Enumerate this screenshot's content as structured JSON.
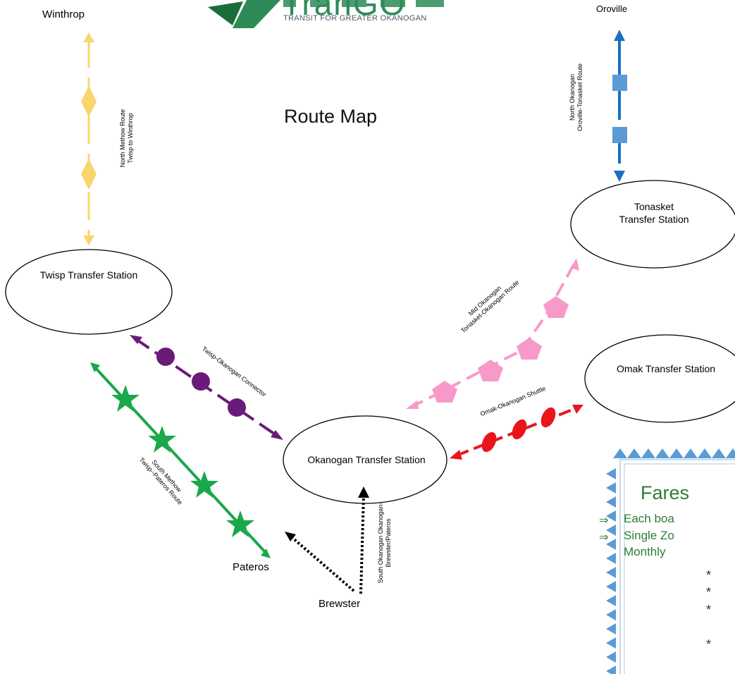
{
  "title": "Route Map",
  "logo": {
    "wordmark": "TranGO",
    "tagline": "TRANSIT FOR GREATER OKANOGAN"
  },
  "places": {
    "winthrop": "Winthrop",
    "oroville": "Oroville",
    "pateros": "Pateros",
    "brewster": "Brewster"
  },
  "stations": {
    "twisp": "Twisp Transfer Station",
    "tonasket_line1": "Tonasket",
    "tonasket_line2": "Transfer Station",
    "omak": "Omak Transfer Station",
    "okanogan": "Okanogan Transfer Station"
  },
  "routes": {
    "north_methow": {
      "line1": "North Methow Route",
      "line2": "Twisp to Winthrop",
      "color": "#f9d56e",
      "marker": "diamond"
    },
    "north_okanogan": {
      "line1": "North Okanogan",
      "line2": "Oroville-Tonasket Route",
      "color": "#1a6fc4",
      "marker": "square"
    },
    "mid_okanogan": {
      "line1": "Mid Okanogan",
      "line2": "Tonasket-Okanogan Route",
      "color": "#f79ac9",
      "marker": "pentagon"
    },
    "twisp_okanogan": {
      "line1": "Twisp-Okanogan Connector",
      "color": "#6a1b7a",
      "marker": "circle"
    },
    "omak_okanogan": {
      "line1": "Omak-Okanogan Shuttle",
      "color": "#e8161a",
      "marker": "ellipse"
    },
    "south_methow": {
      "line1": "South Methow",
      "line2": "Twisp--Pateros Route",
      "color": "#1aa84a",
      "marker": "star"
    },
    "south_okanogan": {
      "line1": "South Okanogan Okanogan-",
      "line2": "Brewster/Pateros",
      "color": "#000000",
      "marker": "dots"
    }
  },
  "fares": {
    "title": "Fares",
    "items": [
      "Each boa",
      "Single Zo",
      "Monthly"
    ],
    "arrow": "⇒",
    "bullets": [
      "*",
      "*",
      "*",
      "*"
    ]
  }
}
